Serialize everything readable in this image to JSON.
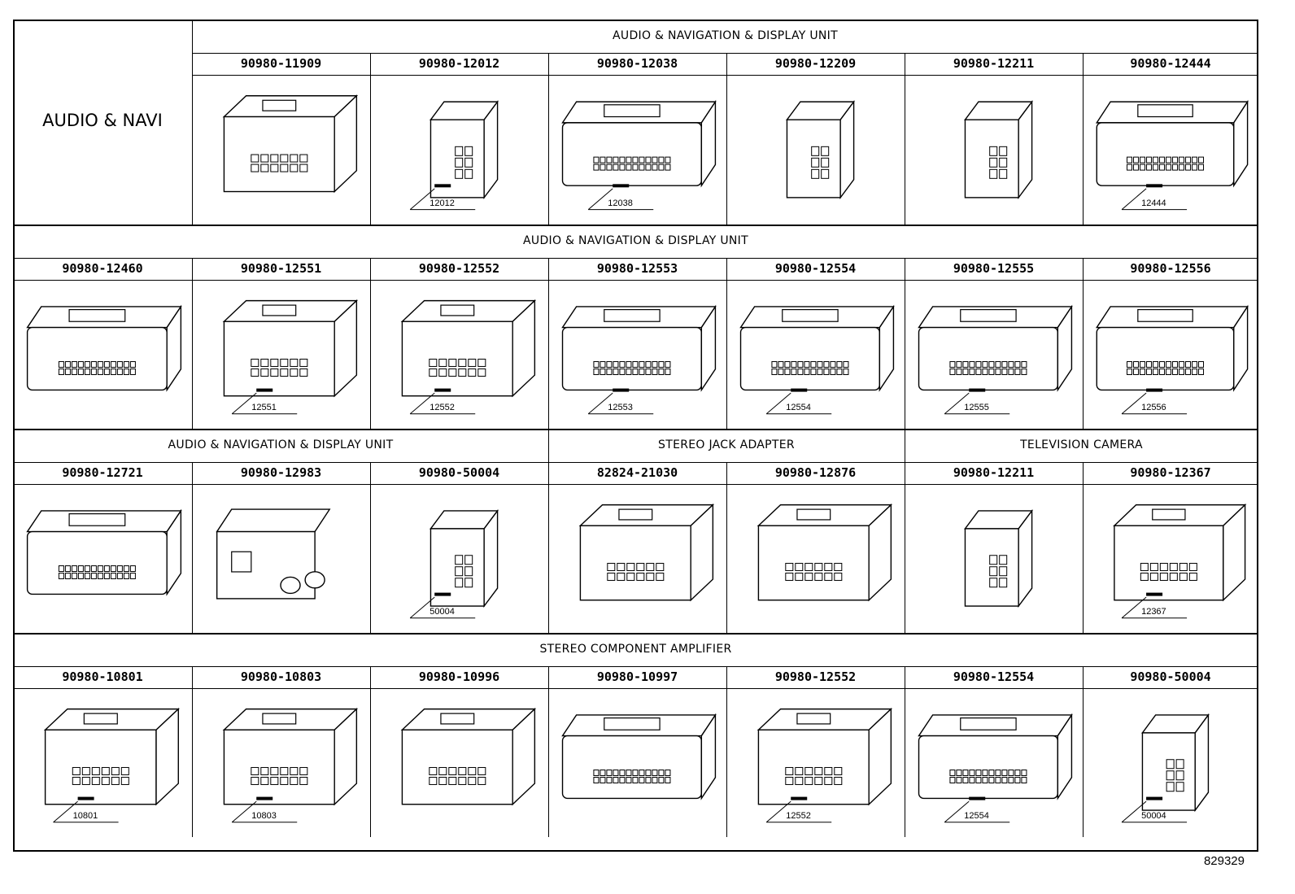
{
  "side_label": "AUDIO & NAVI",
  "reference_number": "829329",
  "rows": [
    {
      "groups": [
        "AUDIO & NAVIGATION & DISPLAY UNIT"
      ],
      "parts": [
        {
          "part_number": "90980-11909",
          "callout": ""
        },
        {
          "part_number": "90980-12012",
          "callout": "12012"
        },
        {
          "part_number": "90980-12038",
          "callout": "12038"
        },
        {
          "part_number": "90980-12209",
          "callout": ""
        },
        {
          "part_number": "90980-12211",
          "callout": ""
        },
        {
          "part_number": "90980-12444",
          "callout": "12444"
        }
      ]
    },
    {
      "groups": [
        "AUDIO & NAVIGATION & DISPLAY UNIT"
      ],
      "parts": [
        {
          "part_number": "90980-12460",
          "callout": ""
        },
        {
          "part_number": "90980-12551",
          "callout": "12551"
        },
        {
          "part_number": "90980-12552",
          "callout": "12552"
        },
        {
          "part_number": "90980-12553",
          "callout": "12553"
        },
        {
          "part_number": "90980-12554",
          "callout": "12554"
        },
        {
          "part_number": "90980-12555",
          "callout": "12555"
        },
        {
          "part_number": "90980-12556",
          "callout": "12556"
        }
      ]
    },
    {
      "groups": [
        "AUDIO & NAVIGATION & DISPLAY UNIT",
        "STEREO JACK ADAPTER",
        "TELEVISION CAMERA"
      ],
      "parts": [
        {
          "part_number": "90980-12721",
          "callout": ""
        },
        {
          "part_number": "90980-12983",
          "callout": ""
        },
        {
          "part_number": "90980-50004",
          "callout": "50004"
        },
        {
          "part_number": "82824-21030",
          "callout": ""
        },
        {
          "part_number": "90980-12876",
          "callout": ""
        },
        {
          "part_number": "90980-12211",
          "callout": ""
        },
        {
          "part_number": "90980-12367",
          "callout": "12367"
        }
      ]
    },
    {
      "groups": [
        "STEREO COMPONENT AMPLIFIER"
      ],
      "parts": [
        {
          "part_number": "90980-10801",
          "callout": "10801"
        },
        {
          "part_number": "90980-10803",
          "callout": "10803"
        },
        {
          "part_number": "90980-10996",
          "callout": ""
        },
        {
          "part_number": "90980-10997",
          "callout": ""
        },
        {
          "part_number": "90980-12552",
          "callout": "12552"
        },
        {
          "part_number": "90980-12554",
          "callout": "12554"
        },
        {
          "part_number": "90980-50004",
          "callout": "50004"
        }
      ]
    }
  ]
}
